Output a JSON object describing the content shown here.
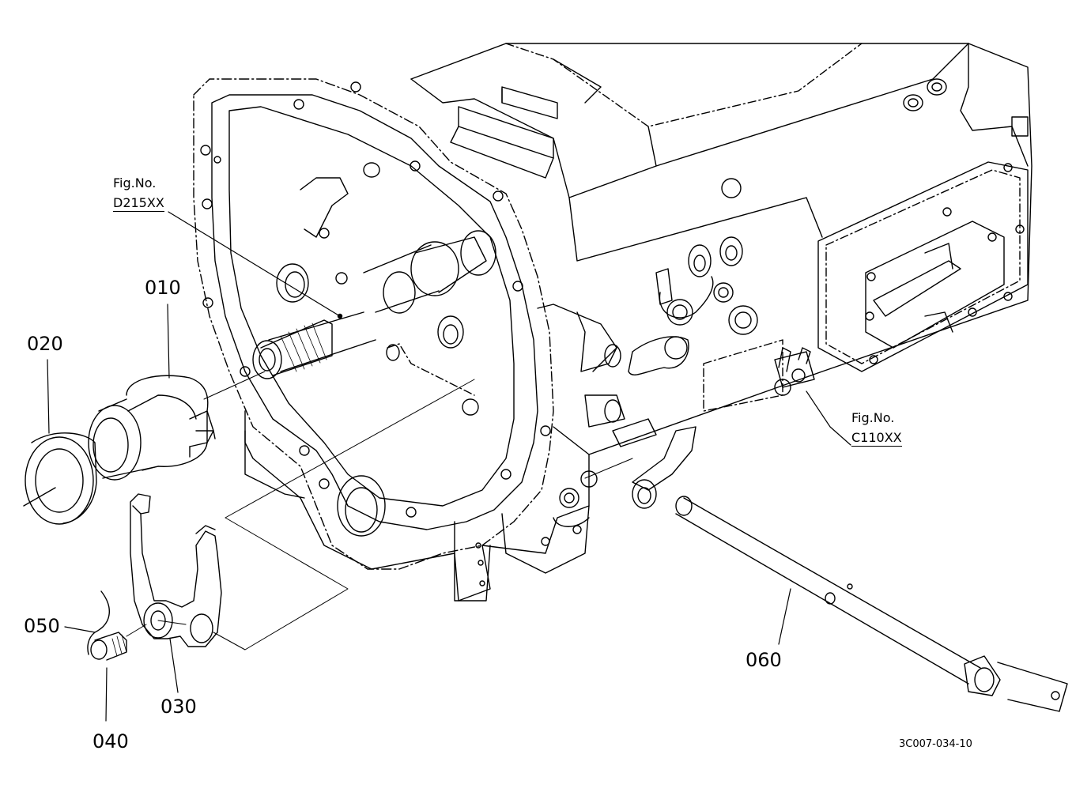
{
  "figure": {
    "code": "3C007-034-10",
    "references": [
      {
        "line1": "Fig.No.",
        "line2": "D215XX"
      },
      {
        "line1": "Fig.No.",
        "line2": "C110XX"
      }
    ],
    "parts": [
      "010",
      "020",
      "030",
      "040",
      "050",
      "060"
    ]
  },
  "colors": {
    "line": "#000000",
    "background": "#ffffff"
  }
}
